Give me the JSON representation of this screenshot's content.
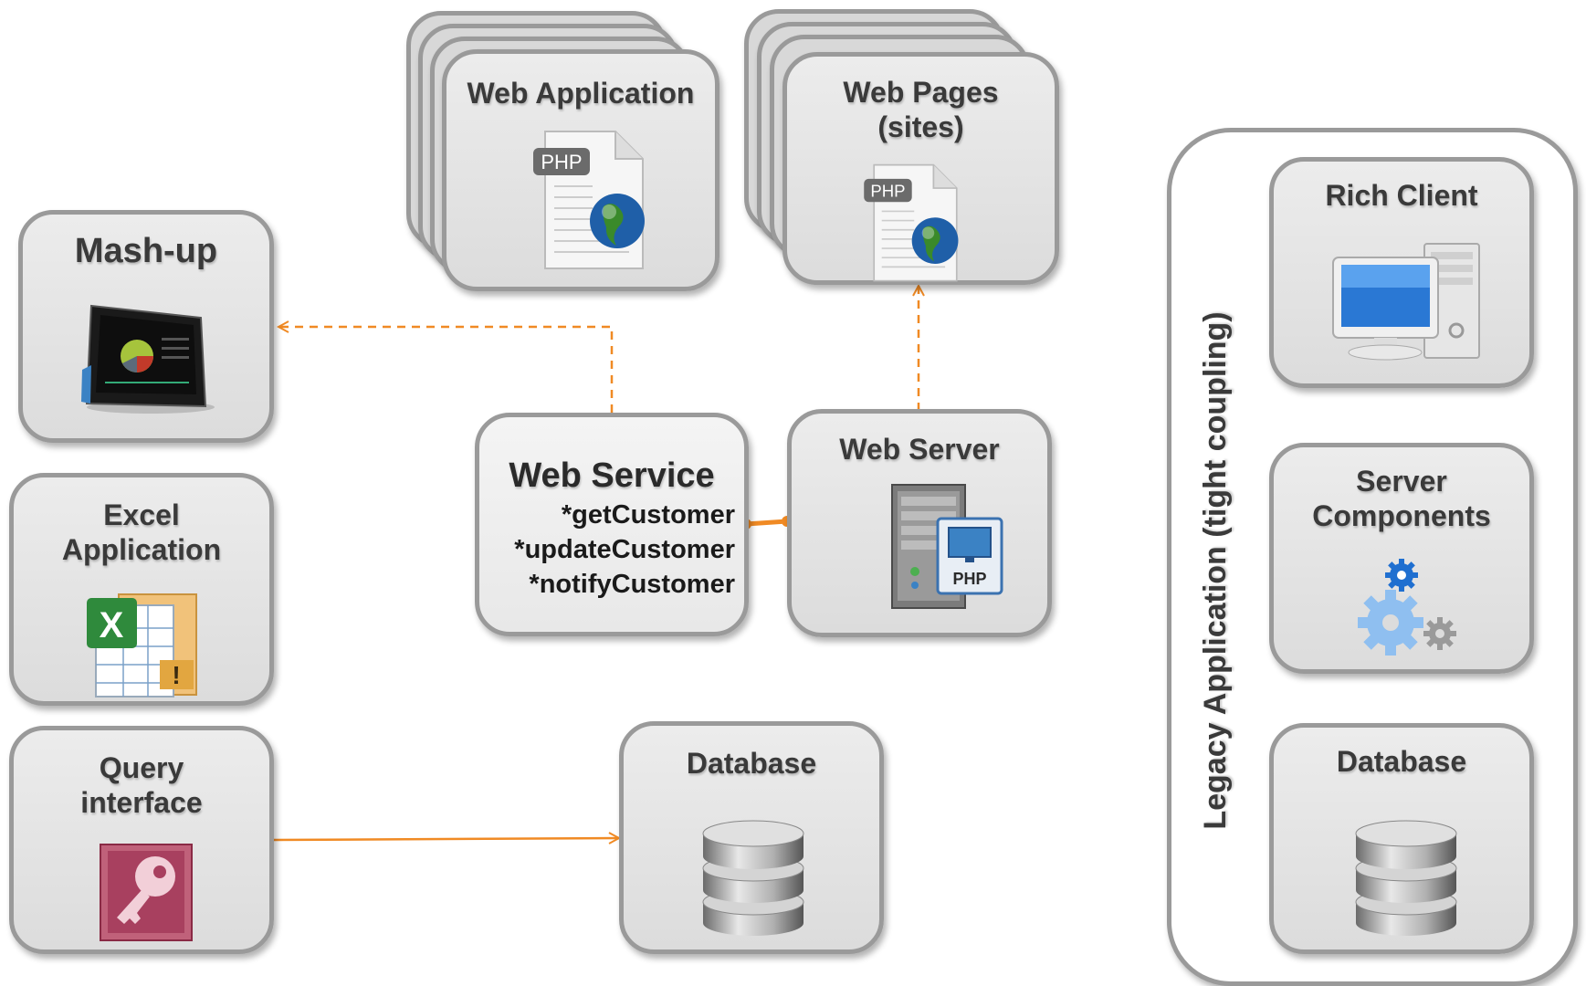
{
  "nodes": {
    "mashup": {
      "title": "Mash-up"
    },
    "excel": {
      "title_line1": "Excel",
      "title_line2": "Application"
    },
    "query": {
      "title_line1": "Query",
      "title_line2": "interface"
    },
    "web_application": {
      "title": "Web Application",
      "badge": "PHP"
    },
    "web_pages": {
      "title_line1": "Web Pages",
      "title_line2": "(sites)",
      "badge": "PHP"
    },
    "web_service": {
      "title": "Web Service",
      "operations": [
        "*getCustomer",
        "*updateCustomer",
        "*notifyCustomer"
      ]
    },
    "web_server": {
      "title": "Web Server",
      "badge": "PHP"
    },
    "database_center": {
      "title": "Database"
    },
    "legacy": {
      "label": "Legacy Application (tight coupling)",
      "rich_client": {
        "title": "Rich Client"
      },
      "server_components": {
        "title_line1": "Server",
        "title_line2": "Components"
      },
      "database": {
        "title": "Database"
      }
    }
  },
  "colors": {
    "connector": "#f08a24",
    "box_border": "#9a9a9a",
    "box_fill": "#e4e4e4",
    "text": "#3a3a3a"
  },
  "icons": [
    "tablet-icon",
    "excel-icon",
    "access-key-icon",
    "php-document-icon",
    "server-php-icon",
    "database-icon",
    "desktop-computer-icon",
    "gears-icon"
  ]
}
